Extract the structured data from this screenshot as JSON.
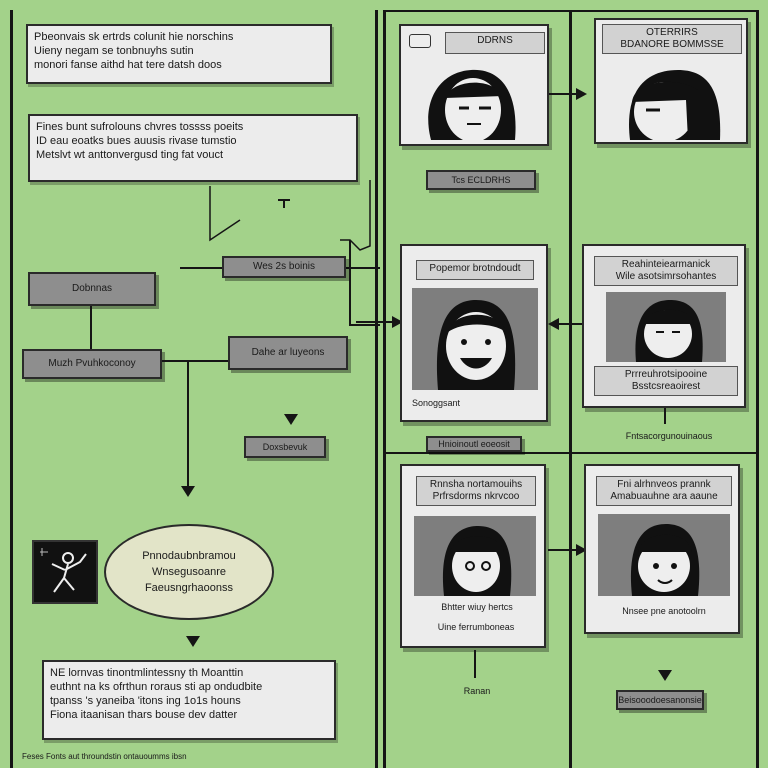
{
  "left": {
    "top_note": "Pbeonvais sk ertrds colunit hie norschins\nUieny negam se tonbnuyhs sutin\nmonori fanse aithd hat tere datsh doos",
    "mid_note": "Fines bunt sufrolouns chvres tossss poeits\nID eau eoatks bues auusis rivase tumstio\nMetslvt wt anttonvergusd ting fat vouct",
    "label_left": "Dobnnas",
    "label_left_2": "Muzh Pvuhkoconoy",
    "label_center": "Wes 2s boinis",
    "label_center_2": "Dahe ar luyeons",
    "label_small": "Doxsbevuk",
    "ellipse_text": "Pnnodaubnbramou\nWnsegusoanre\nFaeusngrhaoonss",
    "bottom_note": "NE lornvas tinontmlintessny th Moanttin\neuthnt na ks ofrthun roraus sti ap ondudbite\ntpanss 's yaneiba 'itons ing 1o1s houns\nFiona itaanisan thars bouse dev datter",
    "footer": "Feses Fonts aut throundstin ontauoumms ibsn"
  },
  "panels": {
    "p1": {
      "top": "DDRNS",
      "bottom": "Tcs ECLDRHS"
    },
    "p2": {
      "top": "OTERRIRS\nBDANORE BOMMSSE"
    },
    "p3": {
      "top": "Popemor brotndoudt",
      "bottom": "Sonoggsant",
      "under": "Hnioinoutl eoeosit"
    },
    "p4": {
      "top": "Reahinteiearmanick\nWile asotsimrsohantes",
      "bottom": "Prrreuhrotsipooine\nBsstcsreaoirest",
      "under": "Fntsacorgunouinaous"
    },
    "p5": {
      "top": "Rnnsha nortamouihs\nPrfrsdorms nkrvcoo",
      "bottom": "Bhtter wiuy hertcs",
      "under": "Uine ferrumboneas",
      "below": "Ranan"
    },
    "p6": {
      "top": "Fni alrhnveos prannk\nAmabuauhne ara aaune",
      "bottom": "Nnsee pne anotoolrn",
      "under": "Beisooodoesanonsie"
    }
  },
  "icon": {
    "name": "dancer-figure"
  },
  "colors": {
    "background": "#a3d28a",
    "box": "#ececec",
    "label": "#8e8e8e",
    "line": "#151515"
  }
}
